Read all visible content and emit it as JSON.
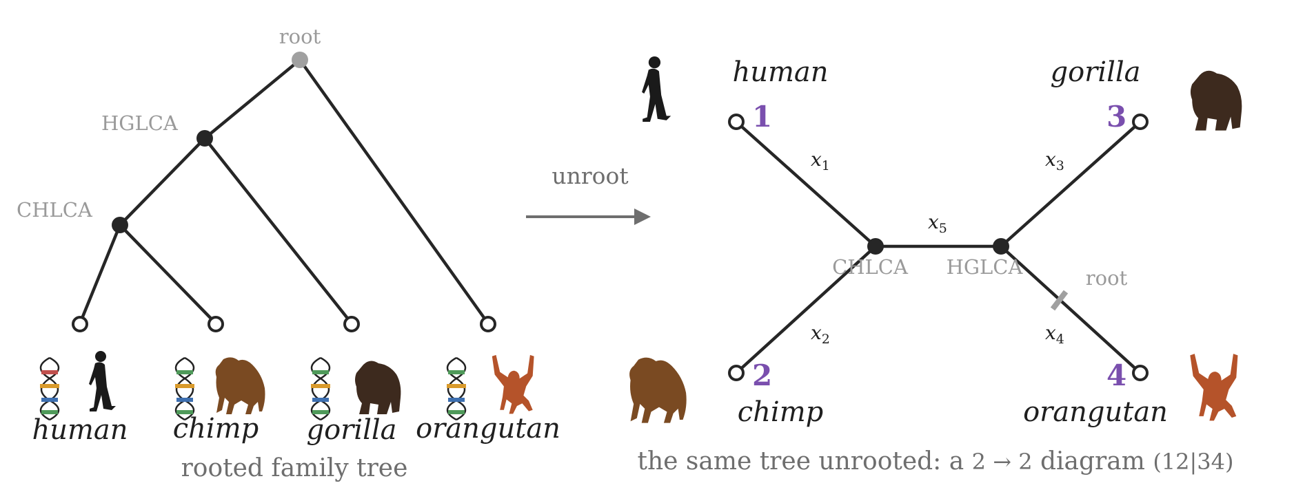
{
  "left": {
    "root_label": "root",
    "hglca_label": "HGLCA",
    "chlca_label": "CHLCA",
    "leaves": [
      "human",
      "chimp",
      "gorilla",
      "orangutan"
    ],
    "caption": "rooted family tree"
  },
  "arrow_label": "unroot",
  "right": {
    "taxa": {
      "human": "human",
      "gorilla": "gorilla",
      "chimp": "chimp",
      "orangutan": "orangutan"
    },
    "numbers": [
      "1",
      "2",
      "3",
      "4"
    ],
    "edge_vars": [
      "x",
      "x",
      "x",
      "x",
      "x"
    ],
    "edge_subs": [
      "1",
      "2",
      "3",
      "4",
      "5"
    ],
    "chlca_label": "CHLCA",
    "hglca_label": "HGLCA",
    "root_label": "root",
    "caption_text": "the same tree unrooted: a ",
    "caption_math": "2 → 2",
    "caption_tail": " diagram ",
    "caption_split": "(12|34)"
  },
  "colors": {
    "edge": "#262626",
    "label_gray": "#9a9a9a",
    "number_purple": "#7a4fae",
    "human": "#1a1a1a",
    "chimp": "#7a4a22",
    "gorilla": "#3d2a1e",
    "orangutan": "#b5532a",
    "dna_red": "#c0504d",
    "dna_orange": "#d99a2b",
    "dna_blue": "#3d6fb0",
    "dna_green": "#4f9a5a"
  },
  "icons": [
    "dna-icon",
    "human-icon",
    "chimp-icon",
    "gorilla-icon",
    "orangutan-icon",
    "arrow-right-icon"
  ]
}
